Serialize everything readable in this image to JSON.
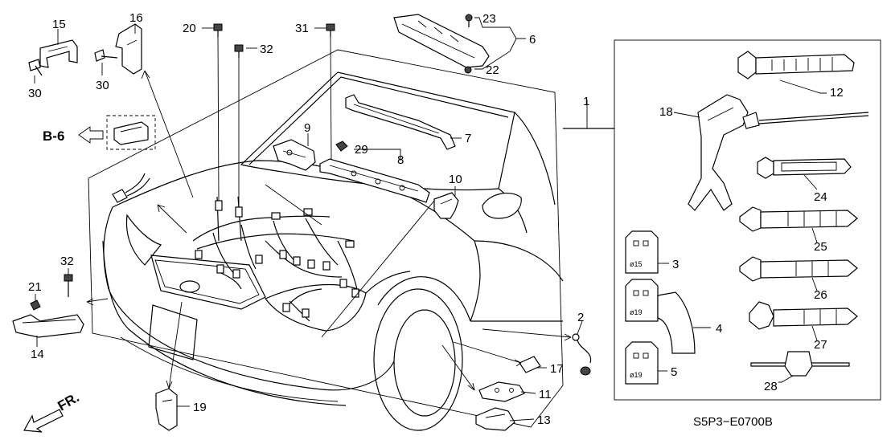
{
  "labels": {
    "p1": "1",
    "p2": "2",
    "p3": "3",
    "p4": "4",
    "p5": "5",
    "p6": "6",
    "p7": "7",
    "p8": "8",
    "p9": "9",
    "p10": "10",
    "p11": "11",
    "p12": "12",
    "p13": "13",
    "p14": "14",
    "p15": "15",
    "p16": "16",
    "p17": "17",
    "p18": "18",
    "p19": "19",
    "p20": "20",
    "p21": "21",
    "p22": "22",
    "p23": "23",
    "p24": "24",
    "p25": "25",
    "p26": "26",
    "p27": "27",
    "p28": "28",
    "p29": "29",
    "p30a": "30",
    "p30b": "30",
    "p31": "31",
    "p32a": "32",
    "p32b": "32"
  },
  "grommet_sizes": {
    "g15": "ø15",
    "g19a": "ø19",
    "g19b": "ø19"
  },
  "ref_block": "B-6",
  "front_marker": "FR.",
  "diagram_code": "S5P3−E0700B"
}
